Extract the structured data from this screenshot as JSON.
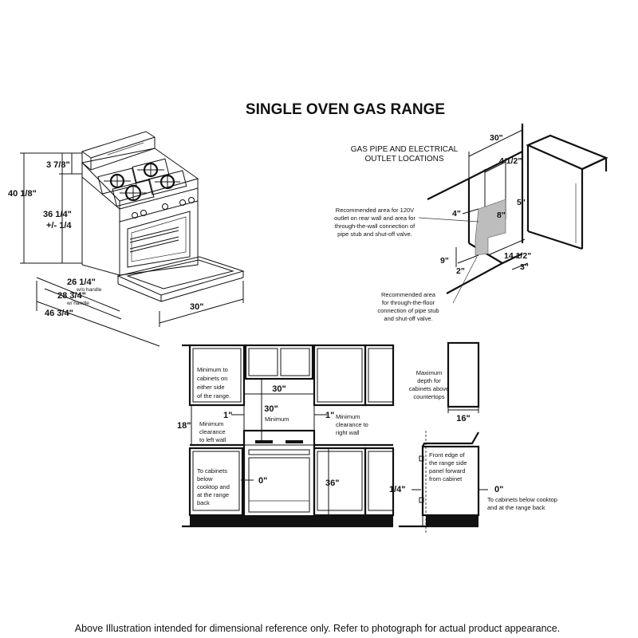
{
  "title": "SINGLE OVEN GAS RANGE",
  "range_dims": {
    "d_40_1_8": "40 1/8\"",
    "d_3_7_8": "3 7/8\"",
    "d_36_1_4": "36 1/4\"",
    "d_pm": "+/- 1/4",
    "d_26_1_4": "26 1/4\"",
    "wo_handle": "w/o handle",
    "d_28_3_4": "28 3/4\"",
    "w_handle": "w/ handle",
    "d_46_3_4": "46 3/4\"",
    "d_30": "30\""
  },
  "gas_pipe": {
    "heading_1": "GAS PIPE AND ELECTRICAL",
    "heading_2": "OUTLET LOCATIONS",
    "d_30": "30\"",
    "d_4_1_2": "4 1/2\"",
    "d_4": "4\"",
    "d_8": "8\"",
    "d_5": "5\"",
    "d_9": "9\"",
    "d_2": "2\"",
    "d_14_1_2": "14 1/2\"",
    "d_3": "3\"",
    "rec_wall_1": "Recommended area for 120V",
    "rec_wall_2": "outlet on rear wall and area for",
    "rec_wall_3": "through-the-wall connection of",
    "rec_wall_4": "pipe stub and shut-off valve.",
    "rec_floor_1": "Recommended area",
    "rec_floor_2": "for through-the-floor",
    "rec_floor_3": "connection of pipe stub",
    "rec_floor_4": "and shut-off valve."
  },
  "install": {
    "min_cab_1": "Minimum to",
    "min_cab_2": "cabinets on",
    "min_cab_3": "either side",
    "min_cab_4": "of the range.",
    "d_30_top": "30\"",
    "d_30_min": "30\"",
    "minimum": "Minimum",
    "d_1_left": "1\"",
    "d_1_right": "1\"",
    "d_18": "18\"",
    "min_clr_l_1": "Minimum",
    "min_clr_l_2": "clearance",
    "min_clr_l_3": "to left wall",
    "min_clr_r_1": "Minimum",
    "min_clr_r_2": "clearance to",
    "min_clr_r_3": "right wall",
    "to_cab_1": "To cabinets",
    "to_cab_2": "below",
    "to_cab_3": "cooktop and",
    "to_cab_4": "at the range",
    "to_cab_5": "back",
    "d_0": "0\"",
    "d_36": "36\""
  },
  "side": {
    "max_1": "Maximum",
    "max_2": "depth for",
    "max_3": "cabinets above",
    "max_4": "countertops",
    "d_16": "16\"",
    "front_1": "Front edge of",
    "front_2": "the range side",
    "front_3": "panel forward",
    "front_4": "from cabinet",
    "d_1_4": "1/4\"",
    "d_0": "0\"",
    "below_1": "To cabinets below cooktop",
    "below_2": "and at the range back"
  },
  "footer": "Above Illustration intended for dimensional reference only. Refer to photograph for actual product appearance."
}
